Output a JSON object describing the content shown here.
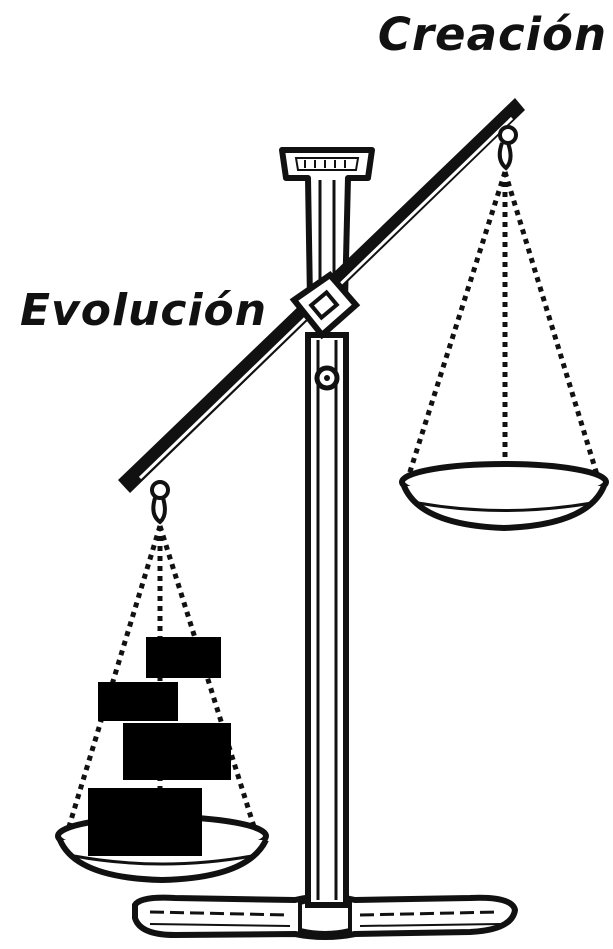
{
  "labels": {
    "right_pan": "Creación",
    "left_pan": "Evolución"
  },
  "weights_on_left_pan": 4,
  "colors": {
    "ink": "#111111",
    "background": "#ffffff",
    "weight_block": "#000000"
  }
}
